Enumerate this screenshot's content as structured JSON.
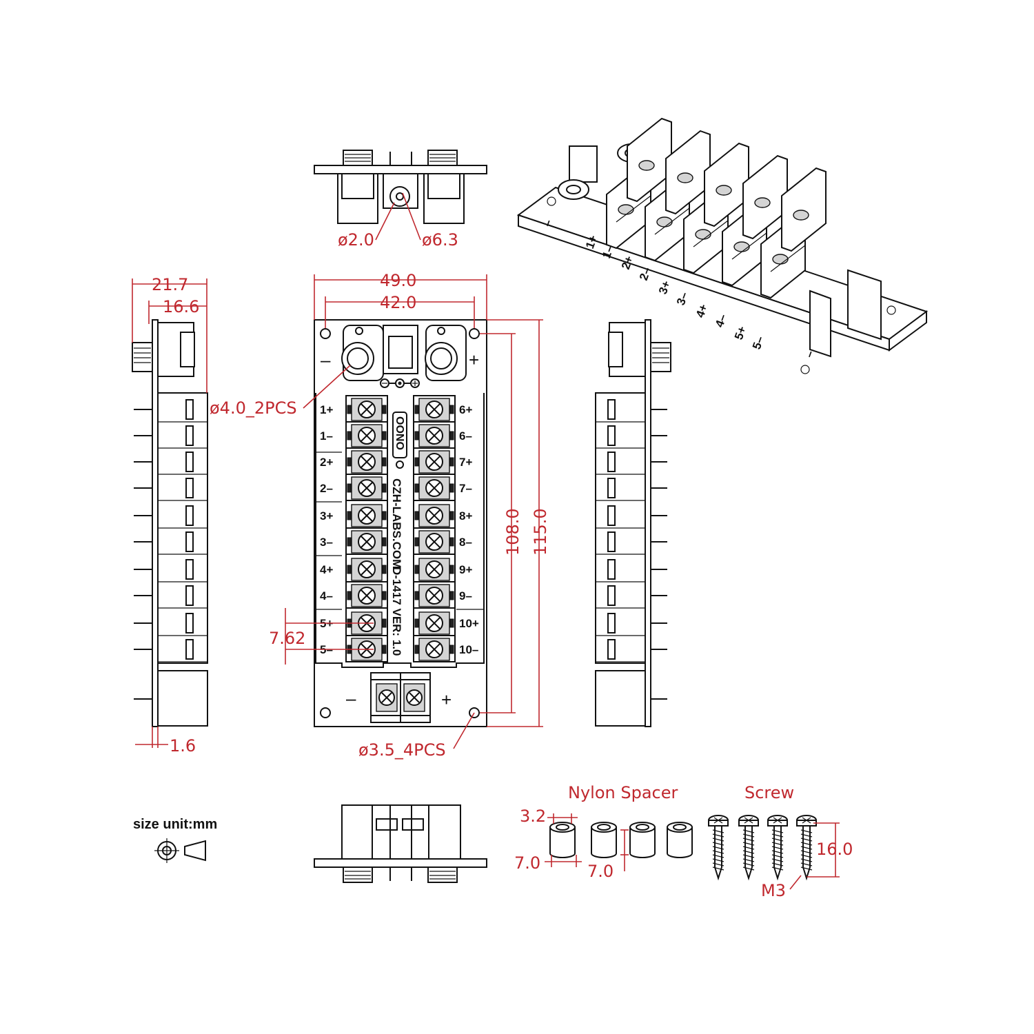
{
  "colors": {
    "dimension": "#c0282e",
    "line": "#111111"
  },
  "dimensions": {
    "d_2_0": "ø2.0",
    "d_6_3": "ø6.3",
    "w_49": "49.0",
    "w_42": "42.0",
    "h_108": "108.0",
    "h_115": "115.0",
    "d_4_0": "ø4.0_2PCS",
    "d_3_5": "ø3.5_4PCS",
    "pitch": "7.62",
    "side_21_7": "21.7",
    "side_16_6": "16.6",
    "side_1_6": "1.6"
  },
  "board": {
    "left_labels": [
      "1+",
      "1–",
      "2+",
      "2–",
      "3+",
      "3–",
      "4+",
      "4–",
      "5+",
      "5–"
    ],
    "right_labels": [
      "6+",
      "6–",
      "7+",
      "7–",
      "8+",
      "8–",
      "9+",
      "9–",
      "10+",
      "10–"
    ],
    "brand": "OONO",
    "website": "CZH-LABS.COM",
    "model": "D-1417 VER: 1.0",
    "minus": "–",
    "plus": "+"
  },
  "iso": {
    "labels": [
      "1+",
      "1–",
      "2+",
      "2–",
      "3+",
      "3–",
      "4+",
      "4–",
      "5+",
      "5–"
    ],
    "minus": "–"
  },
  "accessories": {
    "unit_label": "size unit:mm",
    "spacer_title": "Nylon  Spacer",
    "screw_title": "Screw",
    "spacer_inner": "3.2",
    "spacer_outer": "7.0",
    "spacer_height": "7.0",
    "screw_length": "16.0",
    "screw_size": "M3"
  }
}
